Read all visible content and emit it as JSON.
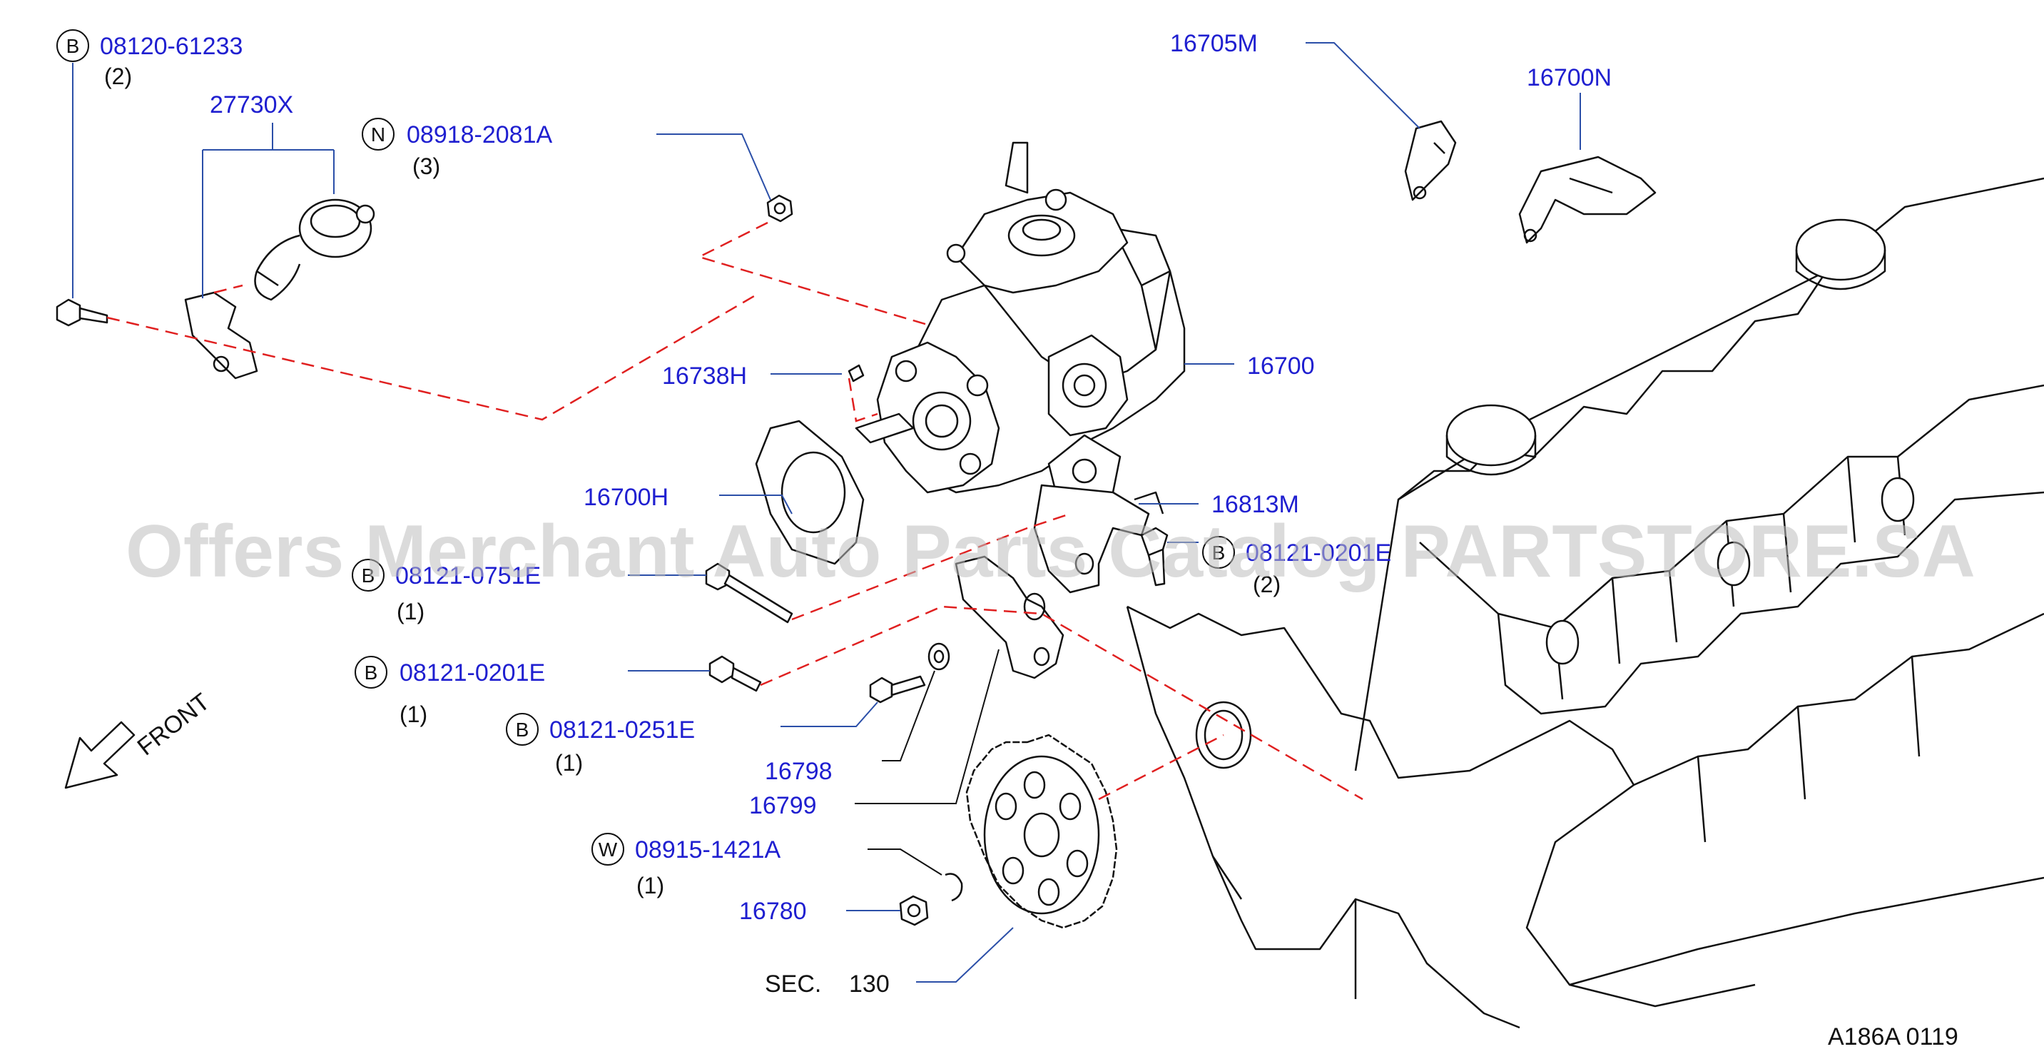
{
  "callouts": [
    {
      "id": "b1",
      "part": "08120-61233",
      "badge": "B",
      "qty": "(2)"
    },
    {
      "id": "p27730x",
      "part": "27730X"
    },
    {
      "id": "n1",
      "part": "08918-2081A",
      "badge": "N",
      "qty": "(3)"
    },
    {
      "id": "p16705m",
      "part": "16705M"
    },
    {
      "id": "p16700n",
      "part": "16700N"
    },
    {
      "id": "p16738h",
      "part": "16738H"
    },
    {
      "id": "p16700",
      "part": "16700"
    },
    {
      "id": "p16700h",
      "part": "16700H"
    },
    {
      "id": "p16813m",
      "part": "16813M"
    },
    {
      "id": "b2",
      "part": "08121-0201E",
      "badge": "B",
      "qty": "(2)"
    },
    {
      "id": "b3",
      "part": "08121-0751E",
      "badge": "B",
      "qty": "(1)"
    },
    {
      "id": "b4",
      "part": "08121-0201E",
      "badge": "B",
      "qty": "(1)"
    },
    {
      "id": "b5",
      "part": "08121-0251E",
      "badge": "B",
      "qty": "(1)"
    },
    {
      "id": "p16798",
      "part": "16798"
    },
    {
      "id": "p16799",
      "part": "16799"
    },
    {
      "id": "w1",
      "part": "08915-1421A",
      "badge": "W",
      "qty": "(1)"
    },
    {
      "id": "p16780",
      "part": "16780"
    }
  ],
  "section_ref": {
    "label": "SEC.",
    "number": "130"
  },
  "front_label": "FRONT",
  "diagram_code": "A186A  0119",
  "watermark": "Offers Merchant Auto Parts Catalog PARTSTORE.SA",
  "colors": {
    "part_number": "#1f1fd0",
    "leader": "#2b4fa8",
    "guide_dash": "#e02020",
    "outline": "#111111",
    "watermark": "#bdbdbd"
  }
}
